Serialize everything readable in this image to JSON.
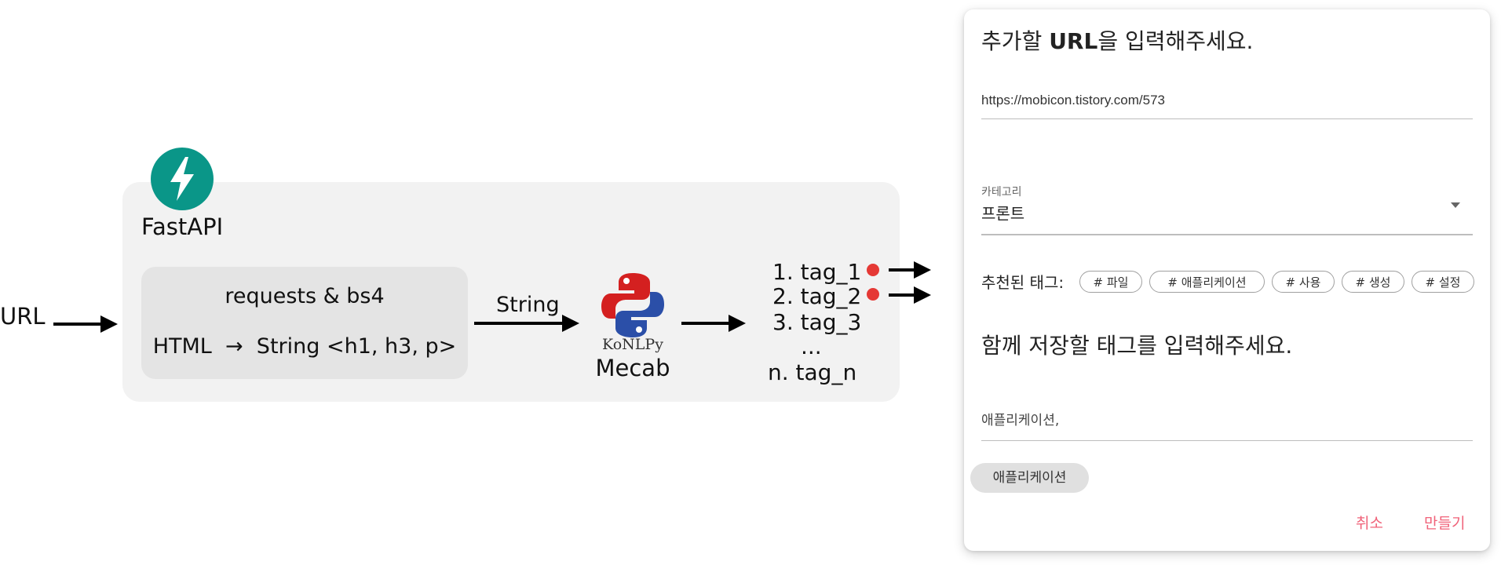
{
  "diagram": {
    "input_label": "URL",
    "server_label": "FastAPI",
    "process": {
      "title": "requests & bs4",
      "detail": "HTML  →  String <h1, h3, p>"
    },
    "edge_label": "String",
    "nlp": {
      "logo_text": "KoNLPy",
      "label": "Mecab"
    },
    "tags": [
      "1. tag_1",
      "2. tag_2",
      "3. tag_3",
      "...",
      "n. tag_n"
    ],
    "colors": {
      "fastapi": "#0a9688",
      "highlight_dot": "#e53935",
      "panel_bg": "#f2f2f2",
      "process_bg": "#e4e4e4"
    }
  },
  "dialog": {
    "title_prefix": "추가할 ",
    "title_bold": "URL",
    "title_suffix": "을 입력해주세요.",
    "url_value": "https://mobicon.tistory.com/573",
    "category": {
      "label": "카테고리",
      "value": "프론트"
    },
    "recommended_label": "추천된 태그:",
    "recommended_tags": [
      "# 파일",
      "# 애플리케이션",
      "# 사용",
      "# 생성",
      "# 설정"
    ],
    "subtitle": "함께 저장할 태그를 입력해주세요.",
    "tag_input_value": "애플리케이션,",
    "selected_chip": "애플리케이션",
    "actions": {
      "cancel": "취소",
      "create": "만들기"
    },
    "colors": {
      "accent": "#f06279",
      "chip_fill": "#e0e0e0"
    }
  }
}
